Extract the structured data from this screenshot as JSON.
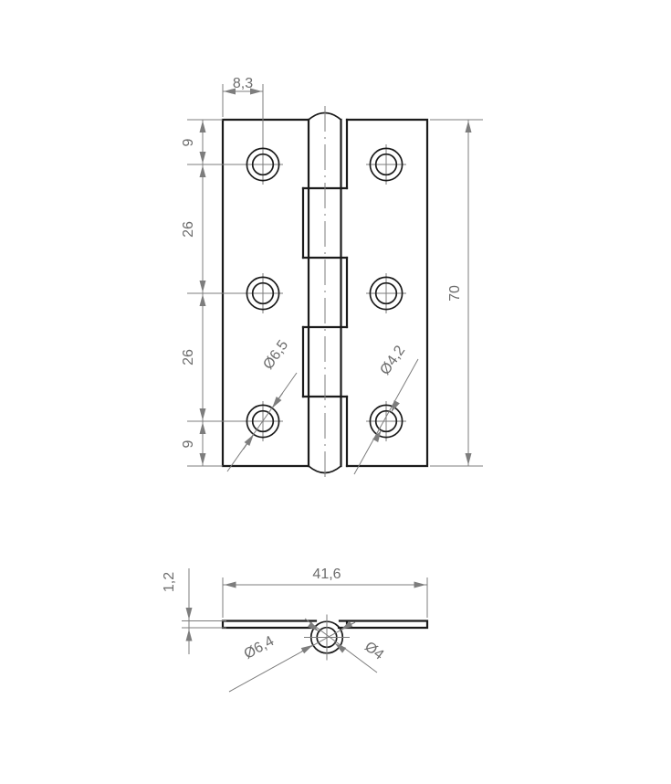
{
  "drawing": {
    "front_view": {
      "edge_to_hole_horizontal": "8,3",
      "top_edge_to_hole": "9",
      "hole_pitch_upper": "26",
      "hole_pitch_lower": "26",
      "hole_to_bottom_edge": "9",
      "total_height": "70",
      "countersink_diameter": "Ø6,5",
      "screw_hole_diameter": "Ø4,2"
    },
    "side_view": {
      "open_width": "41,6",
      "leaf_thickness": "1,2",
      "knuckle_diameter": "Ø6,4",
      "pin_diameter": "Ø4"
    },
    "colors": {
      "object_line": "#1b1b1b",
      "thin_line": "#7d7d7d",
      "dimension_text": "#6d6d6d",
      "background": "#ffffff"
    }
  }
}
